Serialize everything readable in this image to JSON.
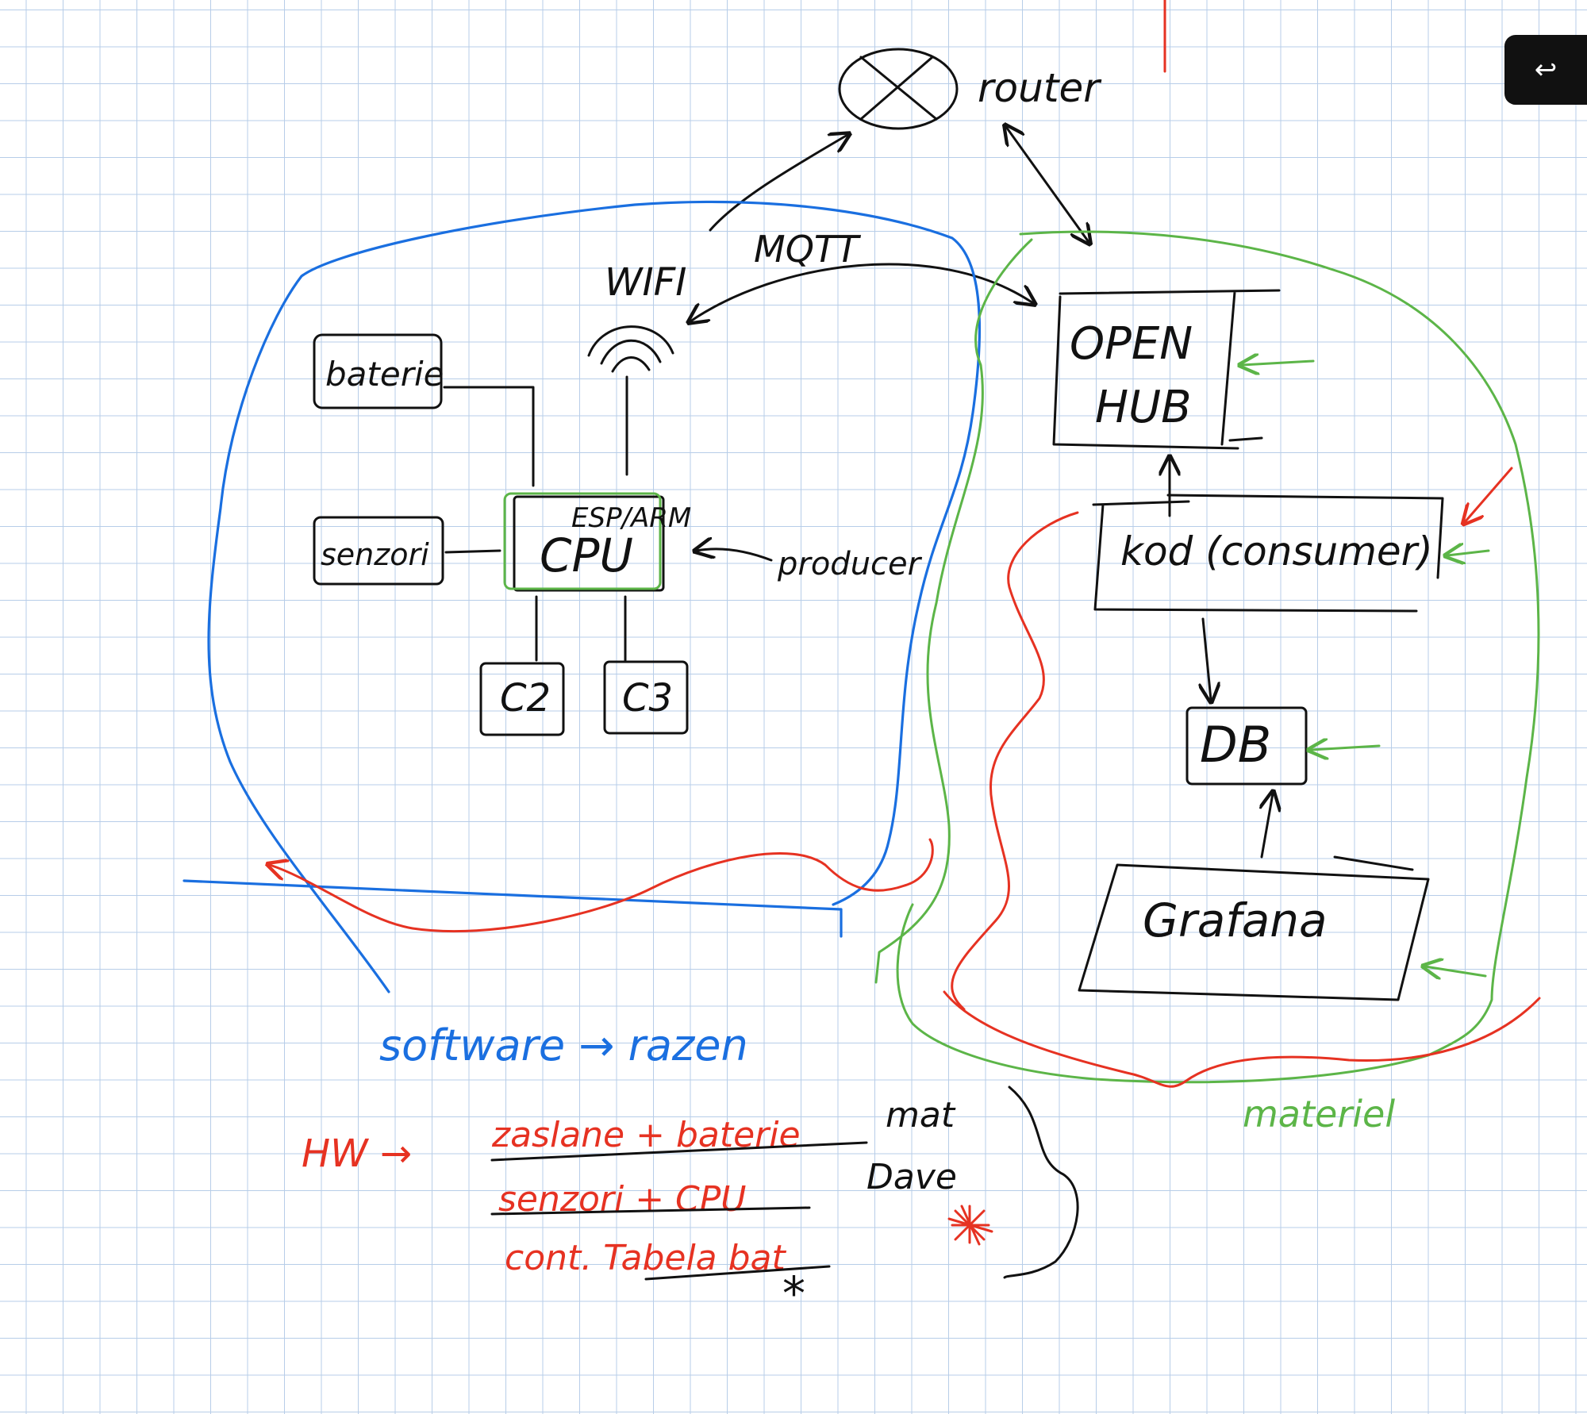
{
  "labels": {
    "router": "router",
    "mqtt": "MQTT",
    "wifi": "WIFI",
    "baterie": "baterie",
    "senzori": "senzori",
    "esp": "ESP/ARM",
    "cpu": "CPU",
    "producer": "producer",
    "c2": "C2",
    "c3": "C3",
    "open": "OPEN",
    "hub": "HUB",
    "kod": "kod (consumer)",
    "db": "DB",
    "grafana": "Grafana"
  },
  "notes": {
    "software": "software → razen",
    "materiel": "materiel",
    "hw_prefix": "HW →",
    "hw_line1": "zaslane + baterie",
    "hw_line2": "senzori + CPU",
    "hw_line3": "cont. Tabela bat",
    "side1": "mat",
    "side2": "Dave",
    "asterisk": "*"
  },
  "toolbar": {
    "back_icon": "↩"
  },
  "colors": {
    "ink": "#111111",
    "blue": "#1a6fe0",
    "green": "#5cb548",
    "red": "#e63222",
    "grid": "#b7cde8"
  }
}
